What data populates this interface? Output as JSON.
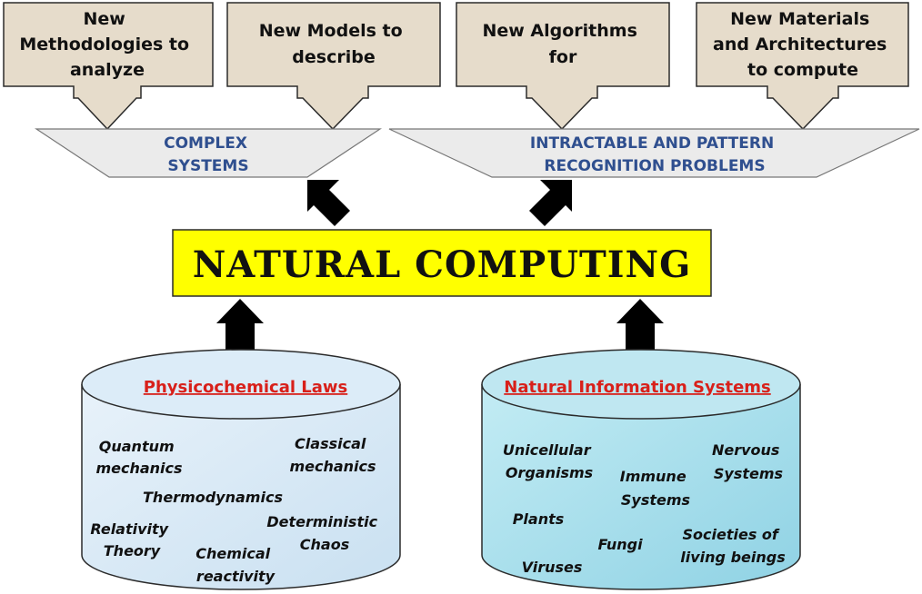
{
  "callouts": [
    {
      "lines": [
        "New",
        "Methodologies to",
        "analyze"
      ]
    },
    {
      "lines": [
        "New Models to",
        "describe"
      ]
    },
    {
      "lines": [
        "New Algorithms",
        "for"
      ]
    },
    {
      "lines": [
        "New Materials",
        "and Architectures",
        "to compute"
      ]
    }
  ],
  "funnels": [
    {
      "lines": [
        "COMPLEX",
        "SYSTEMS"
      ]
    },
    {
      "lines": [
        "INTRACTABLE AND PATTERN",
        "RECOGNITION PROBLEMS"
      ]
    }
  ],
  "center": {
    "title": "NATURAL COMPUTING"
  },
  "databases": [
    {
      "title": "Physicochemical Laws",
      "items": [
        {
          "lines": [
            "Quantum",
            "mechanics"
          ]
        },
        {
          "lines": [
            "Classical",
            "mechanics"
          ]
        },
        {
          "lines": [
            "Thermodynamics"
          ]
        },
        {
          "lines": [
            "Relativity",
            "Theory"
          ]
        },
        {
          "lines": [
            "Deterministic",
            "Chaos"
          ]
        },
        {
          "lines": [
            "Chemical",
            "reactivity"
          ]
        }
      ]
    },
    {
      "title": "Natural Information Systems",
      "items": [
        {
          "lines": [
            "Unicellular",
            "Organisms"
          ]
        },
        {
          "lines": [
            "Nervous",
            "Systems"
          ]
        },
        {
          "lines": [
            "Immune",
            "Systems"
          ]
        },
        {
          "lines": [
            "Plants"
          ]
        },
        {
          "lines": [
            "Societies of",
            "living beings"
          ]
        },
        {
          "lines": [
            "Fungi"
          ]
        },
        {
          "lines": [
            "Viruses"
          ]
        }
      ]
    }
  ],
  "colors": {
    "callout_fill": "#e6dccb",
    "funnel_fill": "#ebebeb",
    "funnel_text": "#2f4f8f",
    "center_fill": "#ffff00",
    "db_left_fill": "#d6e8f5",
    "db_right_fill": "#a6dce9",
    "db_title": "#d8201a",
    "arrow": "#000000"
  }
}
